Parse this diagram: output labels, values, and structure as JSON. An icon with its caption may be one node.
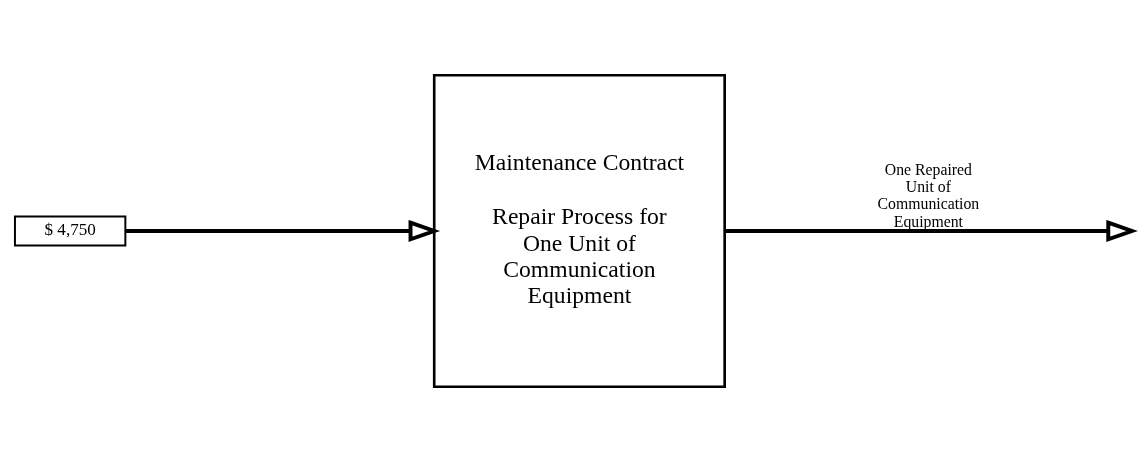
{
  "diagram": {
    "nodes": [
      {
        "text": [
          "$ 4,750"
        ]
      },
      {
        "text": [
          "Maintenance Contract",
          "Repair Process for One Unit of Communication Equipment"
        ]
      }
    ],
    "edges": [
      {
        "from": 0,
        "to": 1,
        "arrow": "to"
      },
      {
        "from": 1,
        "to": null,
        "arrow": "to",
        "label": "One Repaired Unit of Communication Equipment"
      }
    ]
  }
}
